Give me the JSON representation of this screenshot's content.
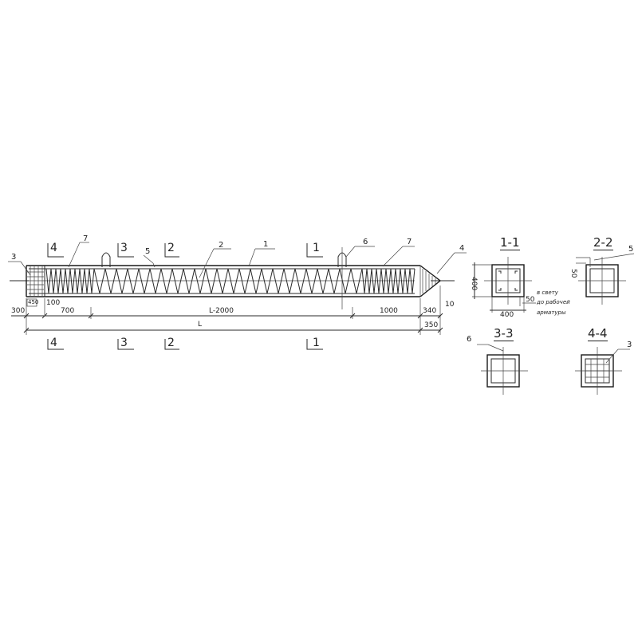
{
  "drawing": {
    "type": "reinforced concrete pile reinforcement drawing",
    "main_view": {
      "callouts": [
        {
          "id": "callout-3",
          "label": "3"
        },
        {
          "id": "callout-7-left",
          "label": "7"
        },
        {
          "id": "callout-5",
          "label": "5"
        },
        {
          "id": "callout-2",
          "label": "2"
        },
        {
          "id": "callout-1",
          "label": "1"
        },
        {
          "id": "callout-6",
          "label": "6"
        },
        {
          "id": "callout-7-right",
          "label": "7"
        },
        {
          "id": "callout-4",
          "label": "4"
        }
      ],
      "section_marks_top": [
        "4",
        "3",
        "2",
        "1"
      ],
      "section_marks_bottom": [
        "4",
        "3",
        "2",
        "1"
      ],
      "dimensions": {
        "d300": "300",
        "d450": "450",
        "d100": "100",
        "d700": "700",
        "dL2000": "L-2000",
        "d1000": "1000",
        "d340": "340",
        "d10": "10",
        "dL": "L",
        "d350": "350"
      }
    },
    "sections": {
      "s11": {
        "title": "1-1",
        "height_dim": "400",
        "width_dim": "400",
        "cover_dim": "50",
        "note_lines": [
          "в свету",
          "до рабочей",
          "арматуры"
        ]
      },
      "s22": {
        "title": "2-2",
        "cover_dim": "50",
        "callout": "5"
      },
      "s33": {
        "title": "3-3",
        "callout": "6"
      },
      "s44": {
        "title": "4-4",
        "callout": "3"
      }
    }
  }
}
